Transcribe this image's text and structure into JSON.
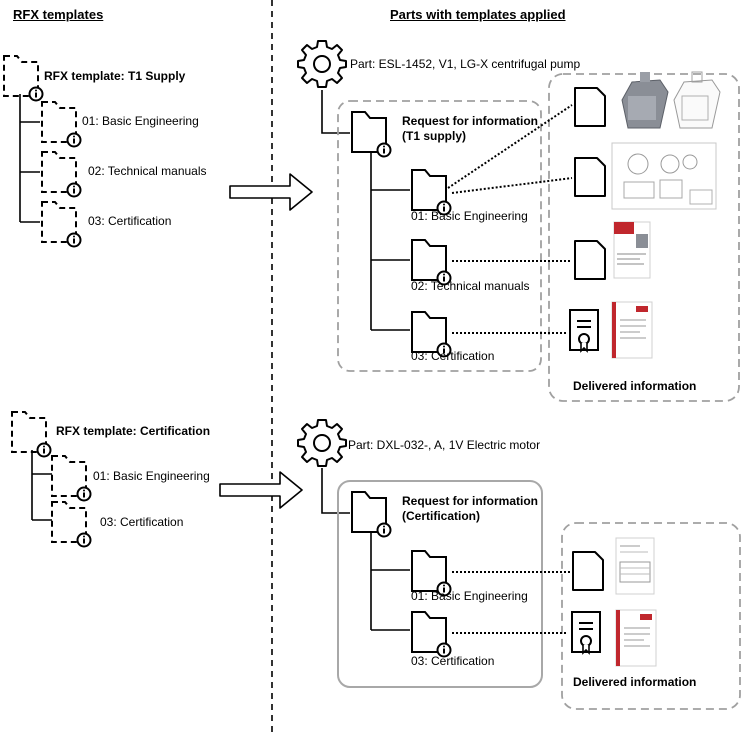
{
  "headers": {
    "left": "RFX templates",
    "right": "Parts with templates applied"
  },
  "left_templates": [
    {
      "title": "RFX template: T1 Supply",
      "children": [
        "01: Basic Engineering",
        "02: Technical manuals",
        "03: Certification"
      ]
    },
    {
      "title": "RFX template: Certification",
      "children": [
        "01: Basic Engineering",
        "03: Certification"
      ]
    }
  ],
  "parts": [
    {
      "part_label": "Part: ESL-1452, V1, LG-X centrifugal pump",
      "rfi_title_line1": "Request for information",
      "rfi_title_line2": "(T1 supply)",
      "children": [
        "01: Basic Engineering",
        "02: Technical manuals",
        "03: Certification"
      ],
      "delivered_label": "Delivered information"
    },
    {
      "part_label": "Part: DXL-032-, A, 1V Electric motor",
      "rfi_title_line1": "Request for information",
      "rfi_title_line2": "(Certification)",
      "children": [
        "01: Basic Engineering",
        "03: Certification"
      ],
      "delivered_label": "Delivered information"
    }
  ],
  "icons": {
    "folder": "folder-info-icon",
    "template": "template-folder-icon",
    "part": "gear-icon",
    "document": "document-icon",
    "certificate": "certificate-icon",
    "arrow": "right-arrow-icon"
  },
  "colors": {
    "dashed_container": "#a0a0a0",
    "solid_container": "#a0a0a0",
    "stroke": "#000000",
    "brand_red": "#c0272d"
  }
}
